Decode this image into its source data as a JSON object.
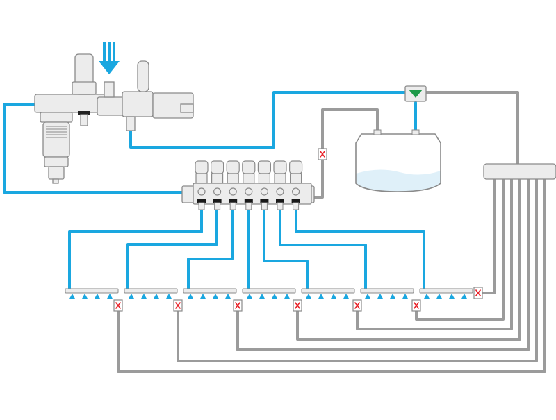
{
  "colors": {
    "water": "#1aa7e0",
    "drain": "#9b9b9b",
    "body_fill": "#ececec",
    "body_stroke": "#8a8a8a",
    "valve_mark": "#e8232a",
    "check_valve": "#1e9a49",
    "tank_water": "#dff0f9",
    "inlet_arrow": "#1aa7e0"
  },
  "icons": {
    "inlet": "inlet-arrow-icon",
    "filter": "filter-housing-icon",
    "main_valve": "solenoid-valve-icon",
    "check_valve": "check-valve-icon",
    "tank": "tank-icon",
    "manifold": "valve-manifold-icon",
    "zone_valve": "zone-solenoid-icon",
    "nozzle": "spray-nozzle-icon",
    "drain_valve": "drain-valve-icon",
    "collector": "drain-collector-icon"
  },
  "system": {
    "zone_count": 7,
    "manifold_valve_count": 7,
    "drain_valve_count": 8,
    "nozzles_per_zone": 4
  }
}
